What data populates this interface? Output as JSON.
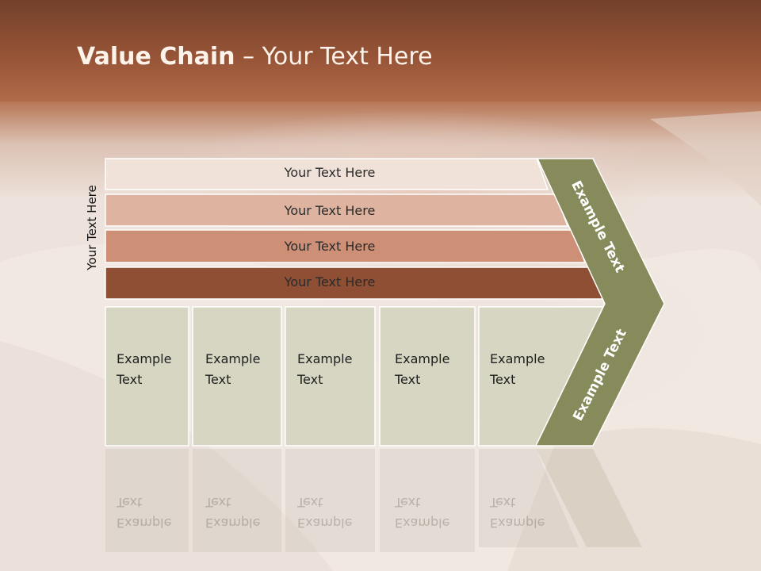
{
  "title": {
    "bold": "Value Chain",
    "rest": " – Your Text Here"
  },
  "side_label": "Your Text Here",
  "bands": [
    {
      "label": "Your Text Here"
    },
    {
      "label": "Your Text Here"
    },
    {
      "label": "Your Text Here"
    },
    {
      "label": "Your Text Here"
    }
  ],
  "boxes": [
    {
      "line1": "Example",
      "line2": "Text"
    },
    {
      "line1": "Example",
      "line2": "Text"
    },
    {
      "line1": "Example",
      "line2": "Text"
    },
    {
      "line1": "Example",
      "line2": "Text"
    },
    {
      "line1": "Example",
      "line2": "Text"
    }
  ],
  "chevron": {
    "upper": "Example Text",
    "lower": "Example Text"
  },
  "colors": {
    "header": "#8a4a30",
    "band1": "#f0e2d8",
    "band2": "#deb4a0",
    "band3": "#cd8f75",
    "band4": "#8e4f35",
    "box": "#d6d6c2",
    "chevron": "#878a5a"
  }
}
